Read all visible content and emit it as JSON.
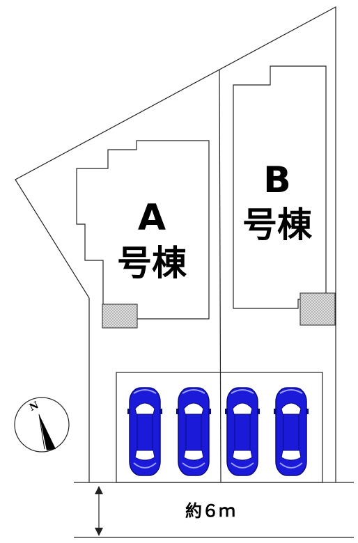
{
  "buildings": {
    "a": {
      "letter": "A",
      "suffix": "号棟"
    },
    "b": {
      "letter": "B",
      "suffix": "号棟"
    }
  },
  "road": {
    "width_label": "約６ｍ"
  },
  "compass": {
    "north_label": "N"
  },
  "parking": {
    "spaces": 4
  },
  "colors": {
    "car_body": "#1a1ad8",
    "car_dark": "#0a0a80",
    "meter_fill": "#dddddd",
    "line": "#222222"
  },
  "icons": {
    "car": "car-icon",
    "compass": "compass-icon",
    "dimension": "dimension-arrow-icon"
  }
}
